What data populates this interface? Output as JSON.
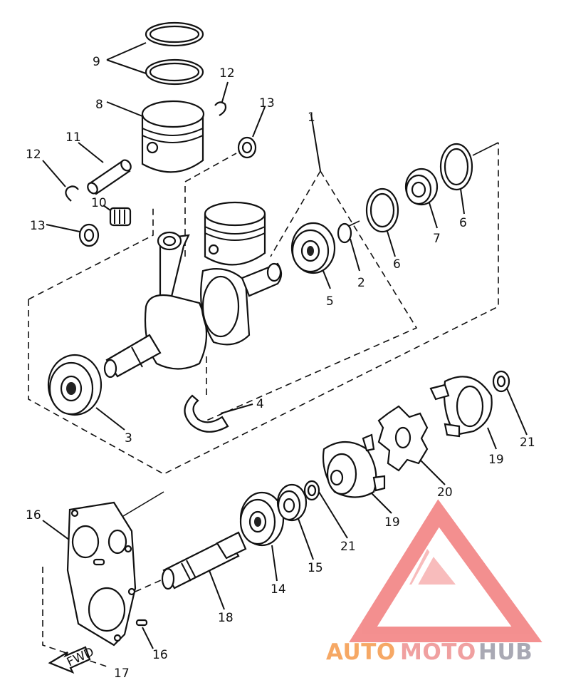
{
  "labels": {
    "p1": "1",
    "p2": "2",
    "p3": "3",
    "p4": "4",
    "p5": "5",
    "p6a": "6",
    "p6b": "6",
    "p7": "7",
    "p8": "8",
    "p9": "9",
    "p10": "10",
    "p11": "11",
    "p12a": "12",
    "p12b": "12",
    "p13a": "13",
    "p13b": "13",
    "p14": "14",
    "p15": "15",
    "p16a": "16",
    "p16b": "16",
    "p17": "17",
    "p18": "18",
    "p19a": "19",
    "p19b": "19",
    "p20": "20",
    "p21a": "21",
    "p21b": "21"
  },
  "fwd_arrow": "FWD",
  "watermark": {
    "part1": "AUTO",
    "part2": "MOTO",
    "part3": "HUB",
    "color1": "#f6a865",
    "color2": "#f0a0a0",
    "color3": "#a9a9b4",
    "logo_color": "#f27c7c"
  }
}
